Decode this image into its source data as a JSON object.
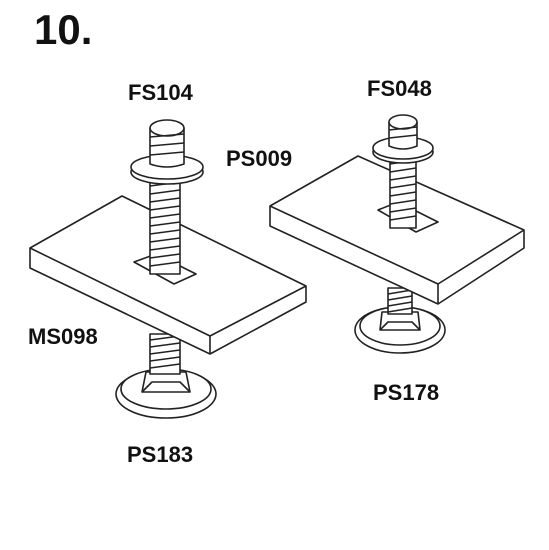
{
  "step": "10.",
  "parts": {
    "left_nut": "FS104",
    "left_washer": "PS009",
    "left_plate": "MS098",
    "left_bolt": "PS183",
    "right_nut": "FS048",
    "right_bolt": "PS178"
  },
  "colors": {
    "line": "#222222",
    "fill": "#ffffff"
  }
}
